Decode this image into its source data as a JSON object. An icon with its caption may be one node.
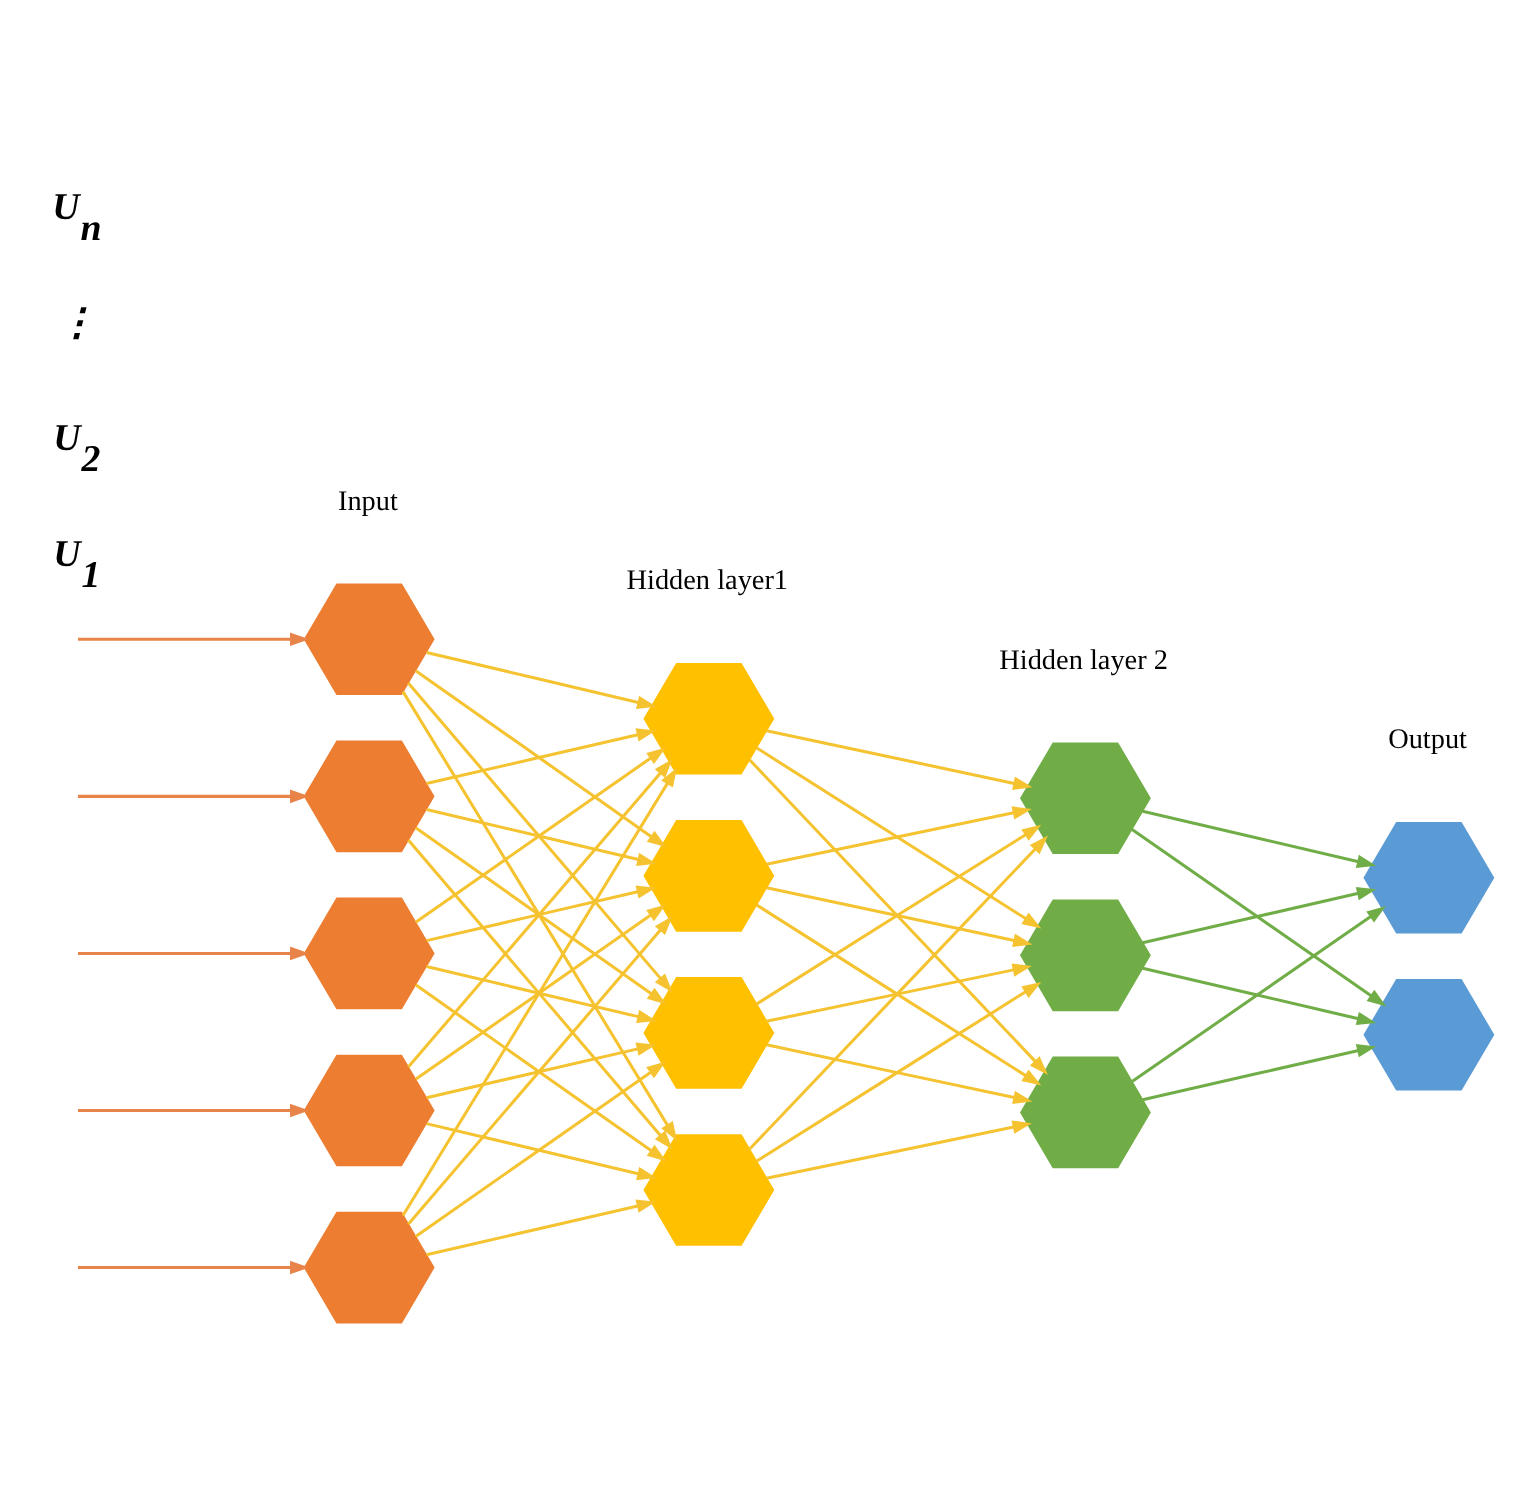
{
  "diagram": {
    "nodes": [
      {
        "text": [],
        "shape": "hexagon"
      },
      {
        "text": [],
        "shape": "hexagon"
      },
      {
        "text": [],
        "shape": "hexagon"
      },
      {
        "text": [],
        "shape": "hexagon"
      },
      {
        "text": [],
        "shape": "hexagon"
      },
      {
        "text": [],
        "shape": "hexagon"
      },
      {
        "text": [],
        "shape": "hexagon"
      },
      {
        "text": [],
        "shape": "hexagon"
      },
      {
        "text": [],
        "shape": "hexagon"
      },
      {
        "text": [],
        "shape": "hexagon"
      },
      {
        "text": [],
        "shape": "hexagon"
      },
      {
        "text": [],
        "shape": "hexagon"
      },
      {
        "text": [],
        "shape": "hexagon"
      },
      {
        "text": [],
        "shape": "hexagon"
      }
    ],
    "edges": [
      {
        "from": null,
        "to": 0,
        "arrow": "to",
        "color": "#e8834a"
      },
      {
        "from": null,
        "to": 1,
        "arrow": "to",
        "color": "#e8834a"
      },
      {
        "from": null,
        "to": 2,
        "arrow": "to",
        "color": "#e8834a"
      },
      {
        "from": null,
        "to": 3,
        "arrow": "to",
        "color": "#e8834a"
      },
      {
        "from": null,
        "to": 4,
        "arrow": "to",
        "color": "#e8834a"
      },
      {
        "from": 0,
        "to": 5,
        "arrow": "to"
      },
      {
        "from": 0,
        "to": 6,
        "arrow": "to"
      },
      {
        "from": 0,
        "to": 7,
        "arrow": "to"
      },
      {
        "from": 0,
        "to": 8,
        "arrow": "to"
      },
      {
        "from": 1,
        "to": 5,
        "arrow": "to"
      },
      {
        "from": 1,
        "to": 6,
        "arrow": "to"
      },
      {
        "from": 1,
        "to": 7,
        "arrow": "to"
      },
      {
        "from": 1,
        "to": 8,
        "arrow": "to"
      },
      {
        "from": 2,
        "to": 5,
        "arrow": "to"
      },
      {
        "from": 2,
        "to": 6,
        "arrow": "to"
      },
      {
        "from": 2,
        "to": 7,
        "arrow": "to"
      },
      {
        "from": 2,
        "to": 8,
        "arrow": "to"
      },
      {
        "from": 3,
        "to": 5,
        "arrow": "to"
      },
      {
        "from": 3,
        "to": 6,
        "arrow": "to"
      },
      {
        "from": 3,
        "to": 7,
        "arrow": "to"
      },
      {
        "from": 3,
        "to": 8,
        "arrow": "to"
      },
      {
        "from": 4,
        "to": 5,
        "arrow": "to"
      },
      {
        "from": 4,
        "to": 6,
        "arrow": "to"
      },
      {
        "from": 4,
        "to": 7,
        "arrow": "to"
      },
      {
        "from": 4,
        "to": 8,
        "arrow": "to"
      },
      {
        "from": 5,
        "to": 9,
        "arrow": "to"
      },
      {
        "from": 5,
        "to": 10,
        "arrow": "to"
      },
      {
        "from": 5,
        "to": 11,
        "arrow": "to"
      },
      {
        "from": 6,
        "to": 9,
        "arrow": "to"
      },
      {
        "from": 6,
        "to": 10,
        "arrow": "to"
      },
      {
        "from": 6,
        "to": 11,
        "arrow": "to"
      },
      {
        "from": 7,
        "to": 9,
        "arrow": "to"
      },
      {
        "from": 7,
        "to": 10,
        "arrow": "to"
      },
      {
        "from": 7,
        "to": 11,
        "arrow": "to"
      },
      {
        "from": 8,
        "to": 9,
        "arrow": "to"
      },
      {
        "from": 8,
        "to": 10,
        "arrow": "to"
      },
      {
        "from": 8,
        "to": 11,
        "arrow": "to"
      },
      {
        "from": 9,
        "to": 12,
        "arrow": "to",
        "color": "#70ad47"
      },
      {
        "from": 9,
        "to": 13,
        "arrow": "to",
        "color": "#70ad47"
      },
      {
        "from": 10,
        "to": 12,
        "arrow": "to",
        "color": "#70ad47"
      },
      {
        "from": 10,
        "to": 13,
        "arrow": "to",
        "color": "#70ad47"
      },
      {
        "from": 11,
        "to": 12,
        "arrow": "to",
        "color": "#70ad47"
      },
      {
        "from": 11,
        "to": 13,
        "arrow": "to",
        "color": "#70ad47"
      }
    ],
    "labels": [
      "U$_{1}$",
      "U$_{2}$",
      "⋮",
      "U$_{n}$",
      "Input",
      "Hidden layer1",
      "Hidden layer 2",
      "Output"
    ]
  }
}
